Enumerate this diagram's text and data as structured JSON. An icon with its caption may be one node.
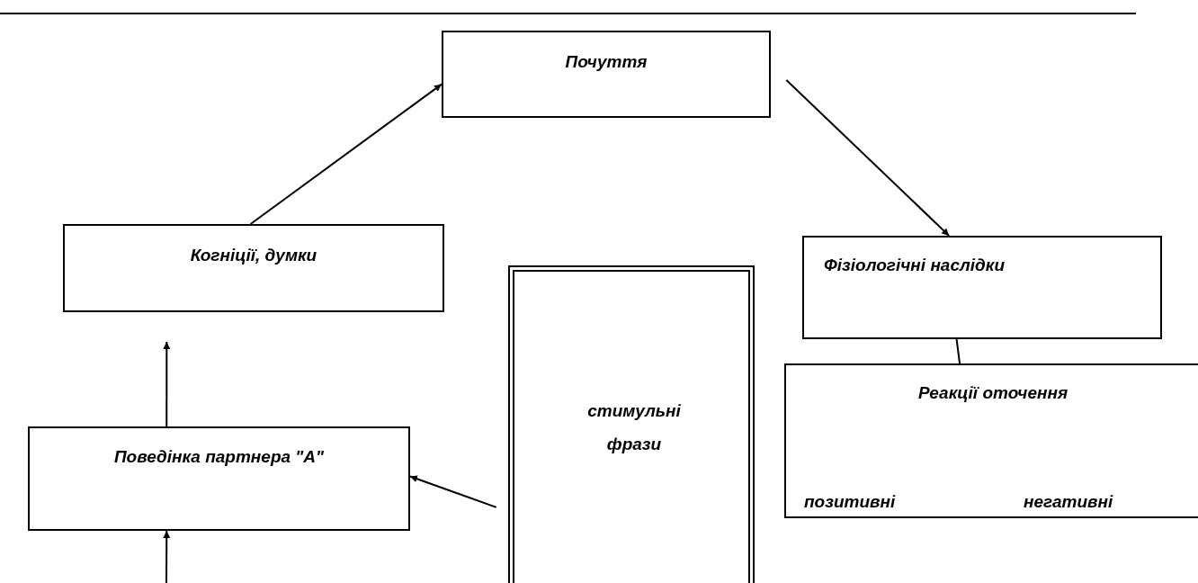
{
  "diagram": {
    "nodes": [
      {
        "text": [
          "Почуття"
        ]
      },
      {
        "text": [
          "Когніції, думки"
        ]
      },
      {
        "text": [
          "Фізіологічні наслідки"
        ]
      },
      {
        "text": [
          "Реакції оточення",
          "позитивні",
          "негативні"
        ]
      },
      {
        "text": [
          "стимульні фрази"
        ]
      },
      {
        "text": [
          "Поведінка партнера \"А\""
        ]
      }
    ],
    "edges": [
      {
        "from": 1,
        "to": 0,
        "arrow": "to"
      },
      {
        "from": 0,
        "to": 2,
        "arrow": "to"
      },
      {
        "from": 2,
        "to": 3,
        "arrow": "none"
      },
      {
        "from": 5,
        "to": 1,
        "arrow": "to"
      },
      {
        "from": 4,
        "to": 5,
        "arrow": "to"
      },
      {
        "from": null,
        "to": 5,
        "arrow": "to"
      }
    ]
  }
}
